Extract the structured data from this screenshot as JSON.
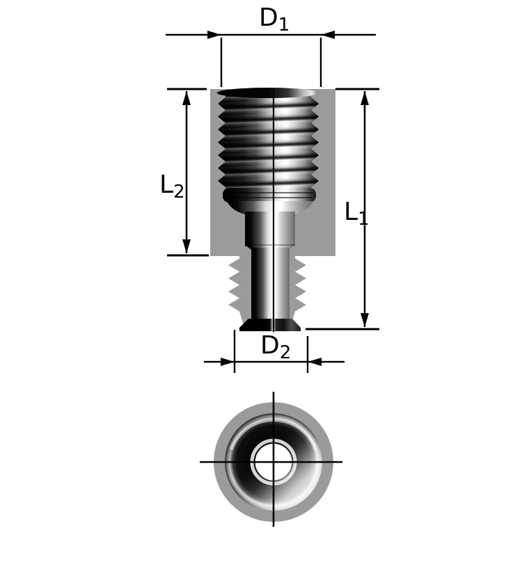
{
  "drawing": {
    "labels": {
      "d1": {
        "main": "D",
        "sub": "1"
      },
      "l2": {
        "main": "L",
        "sub": "2"
      },
      "l1": {
        "main": "L",
        "sub": "1"
      },
      "d2": {
        "main": "D",
        "sub": "2"
      }
    },
    "colors": {
      "silhouette": "#9b9b9d",
      "line": "#000000",
      "background": "#ffffff"
    }
  }
}
